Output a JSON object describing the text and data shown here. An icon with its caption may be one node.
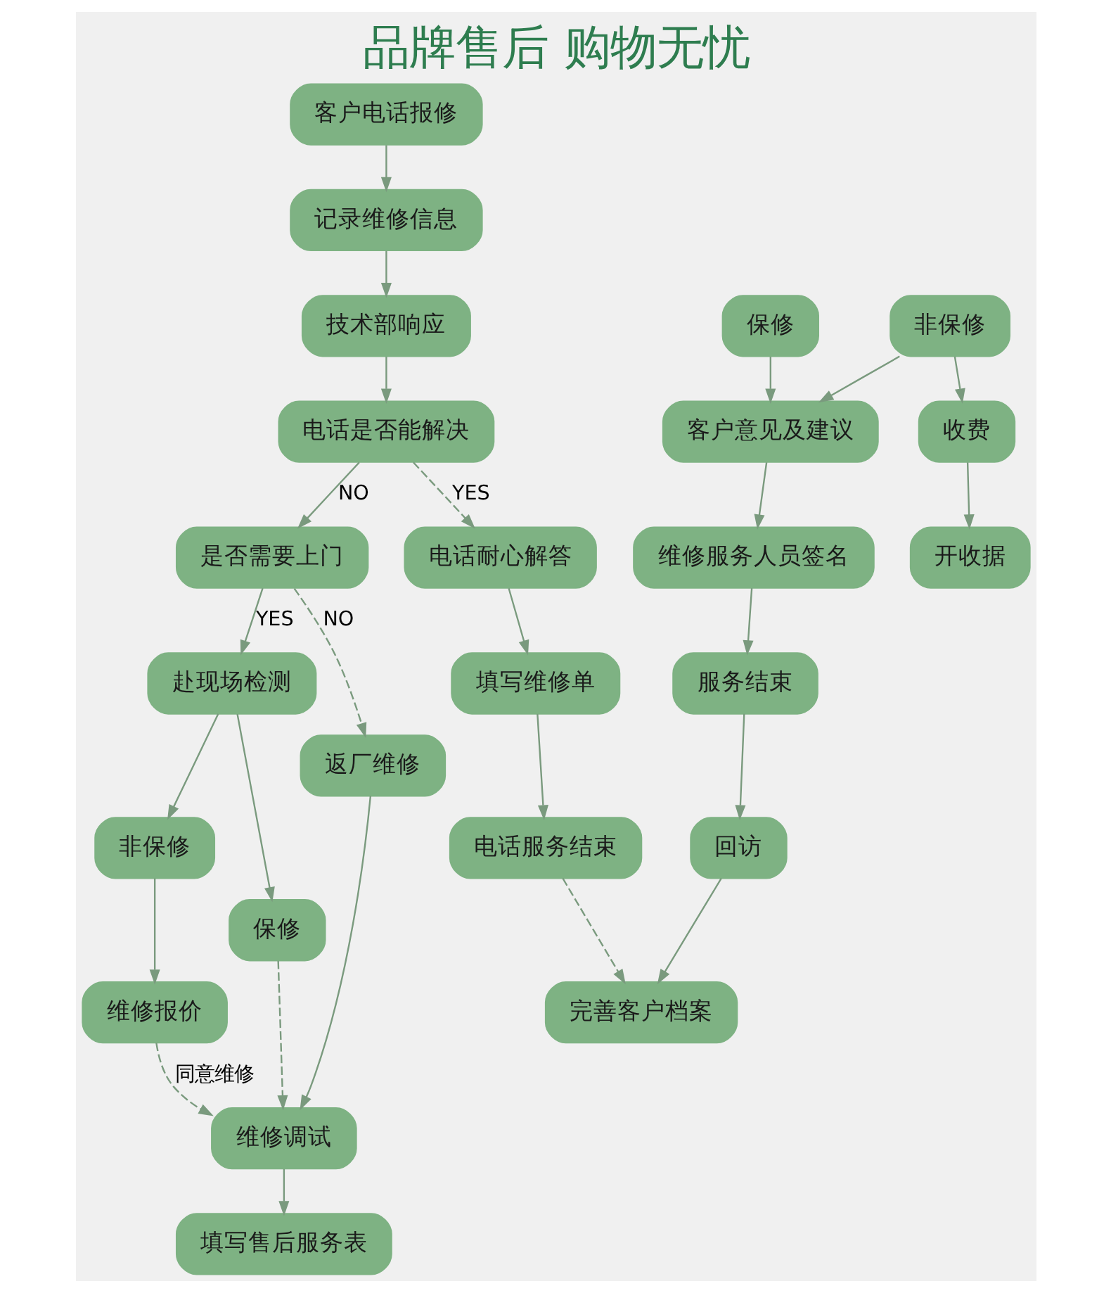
{
  "diagram": {
    "title": "品牌售后 购物无忧",
    "nodes": [
      {
        "text": [
          "客户电话报修"
        ]
      },
      {
        "text": [
          "记录维修信息"
        ]
      },
      {
        "text": [
          "技术部响应"
        ]
      },
      {
        "text": [
          "电话是否能解决"
        ]
      },
      {
        "text": [
          "是否需要上门"
        ]
      },
      {
        "text": [
          "赴现场检测"
        ]
      },
      {
        "text": [
          "非保修"
        ]
      },
      {
        "text": [
          "保修"
        ]
      },
      {
        "text": [
          "维修报价"
        ]
      },
      {
        "text": [
          "电话耐心解答"
        ]
      },
      {
        "text": [
          "填写维修单"
        ]
      },
      {
        "text": [
          "电话服务结束"
        ]
      },
      {
        "text": [
          "返厂维修"
        ]
      },
      {
        "text": [
          "维修调试"
        ]
      },
      {
        "text": [
          "填写售后服务表"
        ]
      },
      {
        "text": [
          "保修"
        ]
      },
      {
        "text": [
          "非保修"
        ]
      },
      {
        "text": [
          "收费"
        ]
      },
      {
        "text": [
          "开收据"
        ]
      },
      {
        "text": [
          "客户意见及建议"
        ]
      },
      {
        "text": [
          "维修服务人员签名"
        ]
      },
      {
        "text": [
          "服务结束"
        ]
      },
      {
        "text": [
          "回访"
        ]
      },
      {
        "text": [
          "完善客户档案"
        ]
      }
    ],
    "edges": [
      {
        "from": 0,
        "to": 1,
        "arrow": "to"
      },
      {
        "from": 1,
        "to": 2,
        "arrow": "to"
      },
      {
        "from": 2,
        "to": 3,
        "arrow": "to"
      },
      {
        "from": 3,
        "to": 9,
        "arrow": "to",
        "label": "YES",
        "style": "dashed"
      },
      {
        "from": 3,
        "to": 4,
        "arrow": "to",
        "label": "NO"
      },
      {
        "from": 4,
        "to": 12,
        "arrow": "to",
        "label": "NO",
        "style": "dashed"
      },
      {
        "from": 4,
        "to": 5,
        "arrow": "to",
        "label": "YES"
      },
      {
        "from": 5,
        "to": 6,
        "arrow": "to"
      },
      {
        "from": 5,
        "to": 7,
        "arrow": "to"
      },
      {
        "from": 6,
        "to": 8,
        "arrow": "to"
      },
      {
        "from": 7,
        "to": 13,
        "arrow": "to",
        "style": "dashed"
      },
      {
        "from": 8,
        "to": 13,
        "arrow": "to",
        "label": "同意维修",
        "style": "dashed"
      },
      {
        "from": 9,
        "to": 10,
        "arrow": "to"
      },
      {
        "from": 10,
        "to": 11,
        "arrow": "to"
      },
      {
        "from": 11,
        "to": 23,
        "arrow": "to",
        "style": "dashed"
      },
      {
        "from": 12,
        "to": 13,
        "arrow": "to"
      },
      {
        "from": 13,
        "to": 14,
        "arrow": "to"
      },
      {
        "from": 16,
        "to": 17,
        "arrow": "to"
      },
      {
        "from": 17,
        "to": 18,
        "arrow": "to"
      },
      {
        "from": 15,
        "to": 19,
        "arrow": "to"
      },
      {
        "from": 16,
        "to": 19,
        "arrow": "to"
      },
      {
        "from": 19,
        "to": 20,
        "arrow": "to"
      },
      {
        "from": 20,
        "to": 21,
        "arrow": "to"
      },
      {
        "from": 21,
        "to": 22,
        "arrow": "to"
      },
      {
        "from": 22,
        "to": 23,
        "arrow": "to"
      }
    ]
  }
}
